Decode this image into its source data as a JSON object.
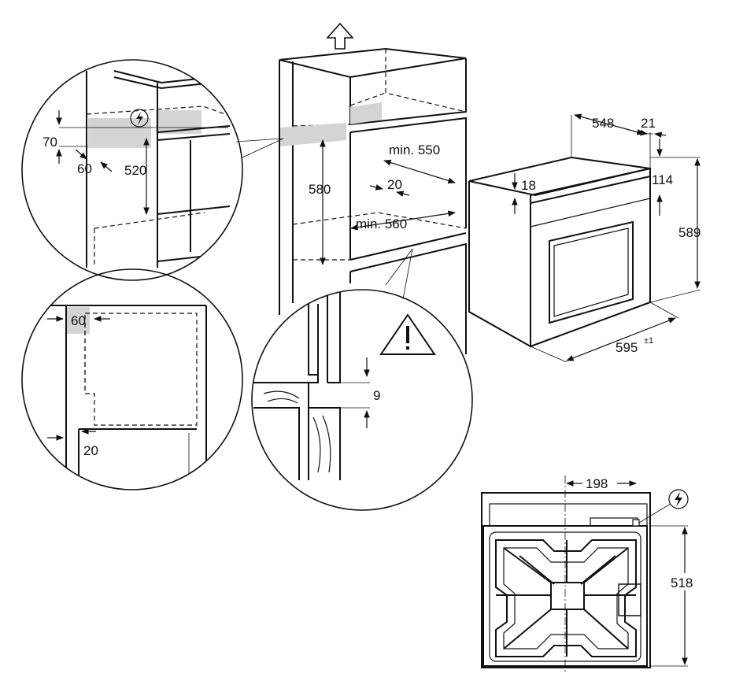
{
  "dimensions": {
    "circle_top_left": {
      "d70": "70",
      "d60": "60",
      "d520": "520"
    },
    "circle_bottom_left": {
      "d60": "60",
      "d20": "20"
    },
    "cabinet": {
      "d580": "580",
      "min550": "min. 550",
      "d20": "20",
      "min560": "min. 560"
    },
    "detail_circle": {
      "d9": "9"
    },
    "oven": {
      "d548": "548",
      "d21": "21",
      "d114": "114",
      "d18": "18",
      "d589": "589",
      "d595": "595",
      "tolerance": "±1"
    },
    "hob": {
      "d198": "198",
      "d518": "518"
    }
  },
  "icons": [
    "up-arrow-icon",
    "electrical-connection-icon",
    "warning-triangle-icon"
  ]
}
